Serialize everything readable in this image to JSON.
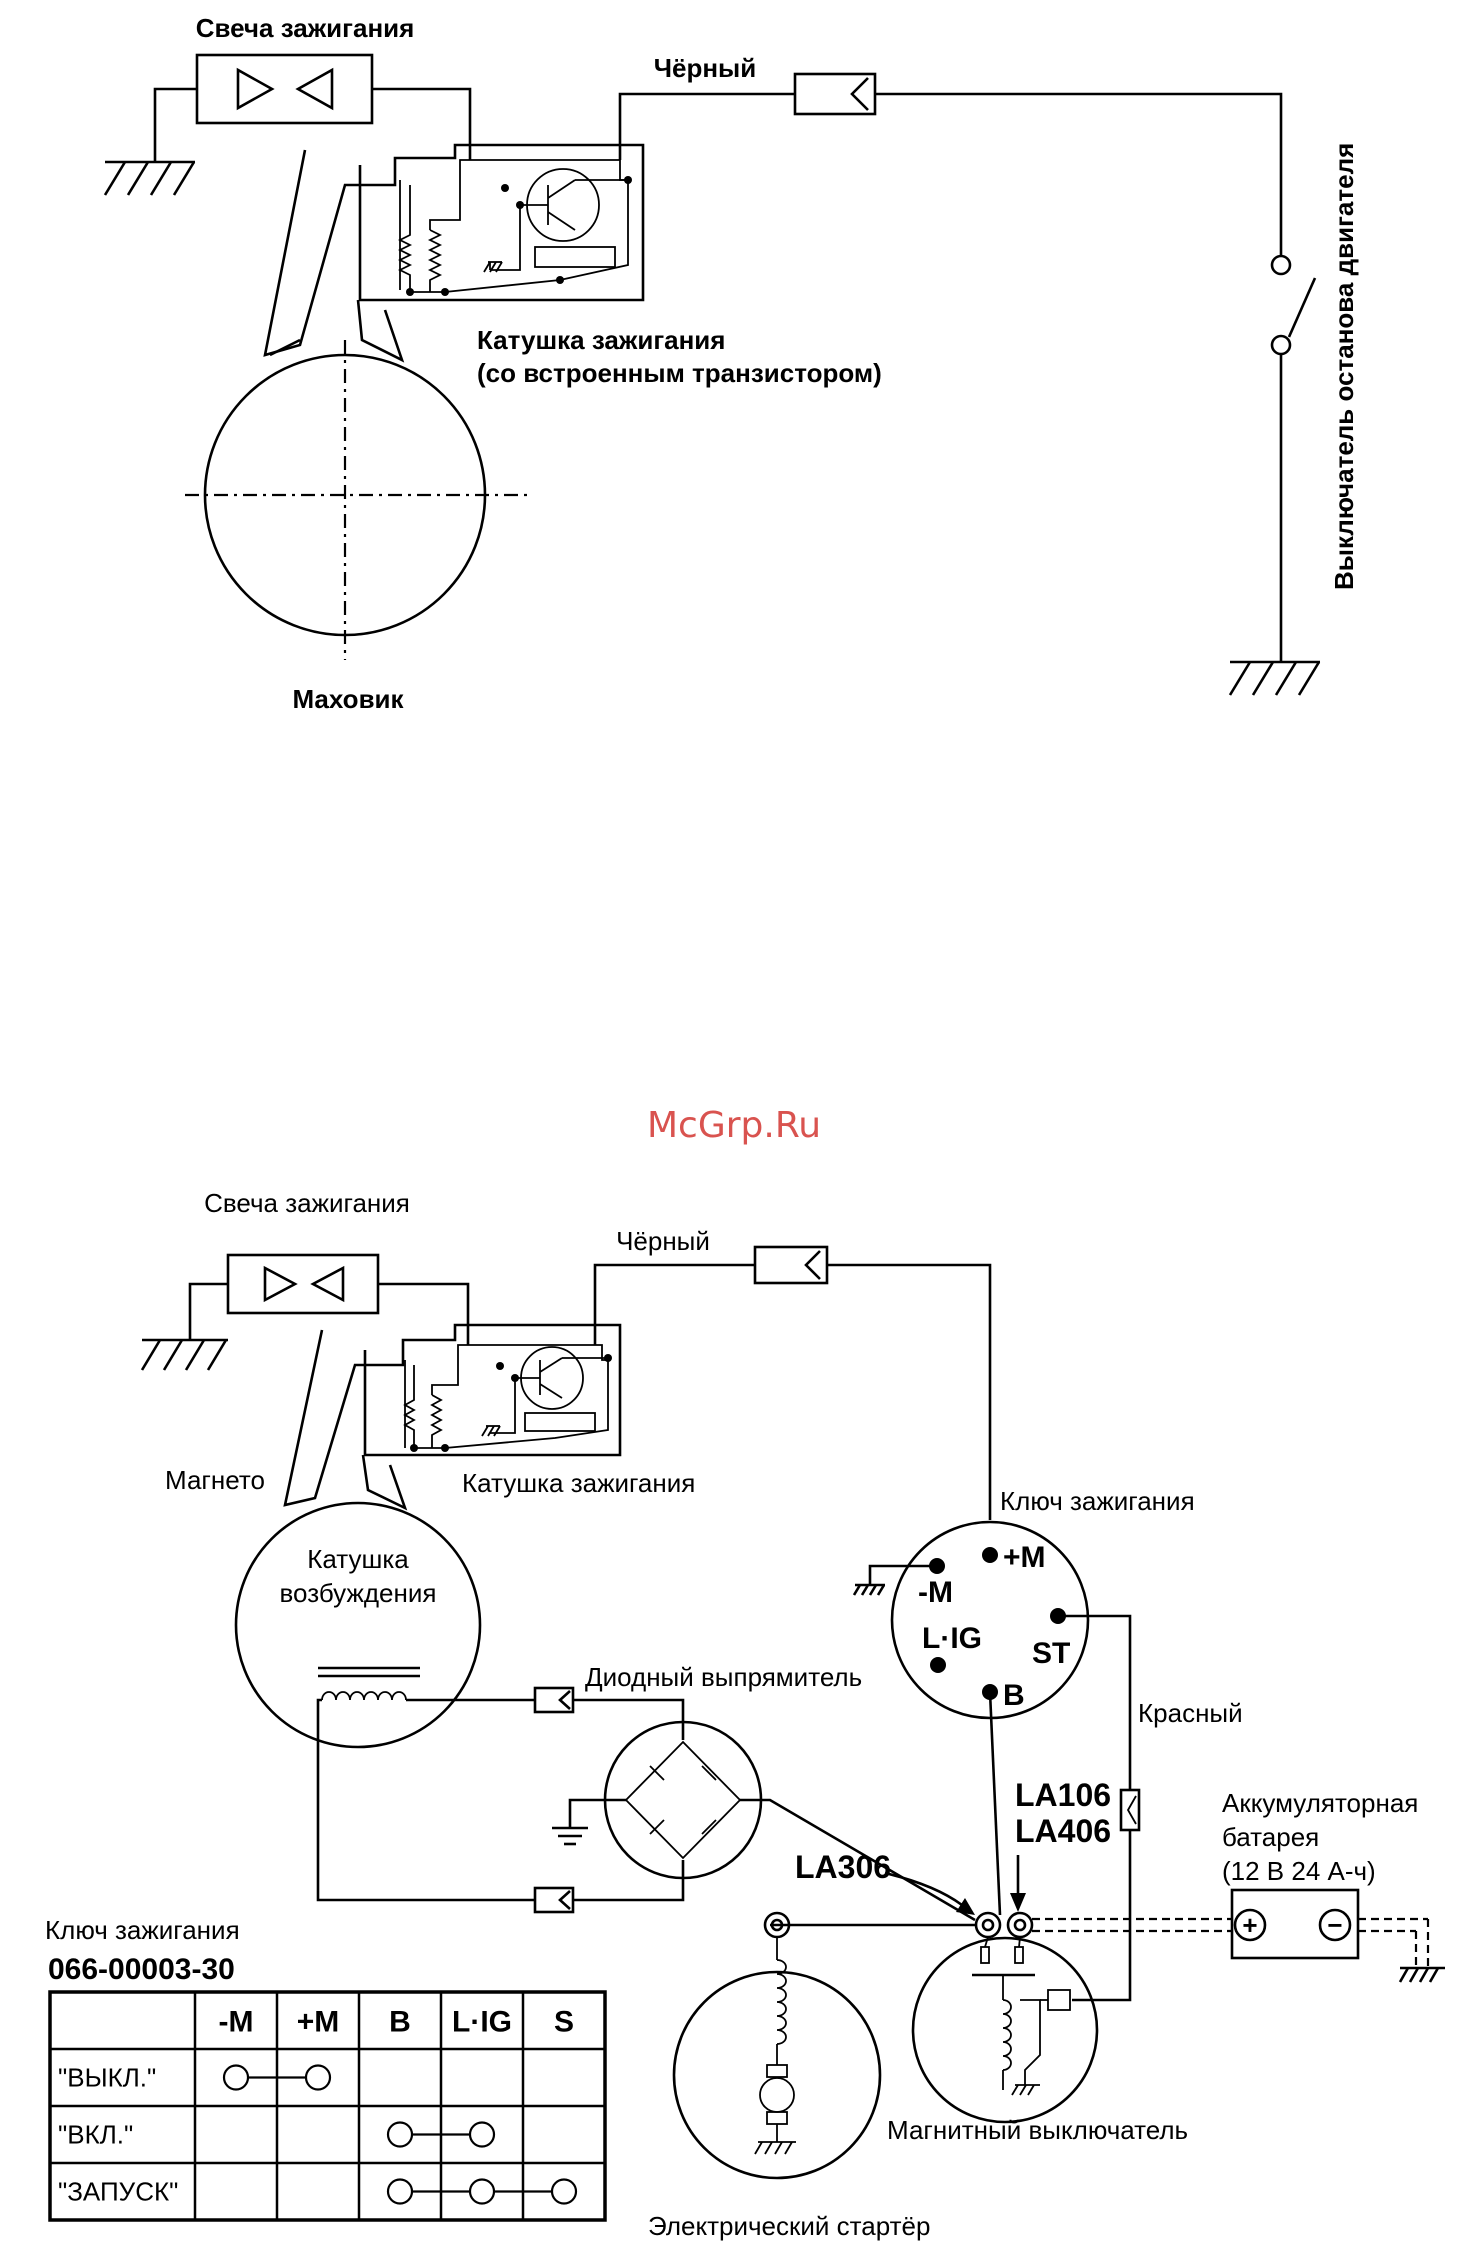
{
  "watermark": "McGrp.Ru",
  "diagram1": {
    "spark_plug": "Свеча зажигания",
    "black_wire": "Чёрный",
    "ignition_coil_line1": "Катушка зажигания",
    "ignition_coil_line2": "(со встроенным транзистором)",
    "flywheel": "Маховик",
    "stop_switch": "Выключатель останова двигателя"
  },
  "diagram2": {
    "spark_plug": "Свеча зажигания",
    "black_wire": "Чёрный",
    "magneto": "Магнето",
    "ignition_coil": "Катушка зажигания",
    "exciter_coil_line1": "Катушка",
    "exciter_coil_line2": "возбуждения",
    "ignition_key": "Ключ зажигания",
    "key_terminals": {
      "plus_m": "+M",
      "minus_m": "-M",
      "lig": "L·IG",
      "st": "ST",
      "b": "B"
    },
    "diode_rectifier": "Диодный выпрямитель",
    "red_wire": "Красный",
    "la106": "LA106",
    "la406": "LA406",
    "la306": "LA306",
    "battery_line1": "Аккумуляторная",
    "battery_line2": "батарея",
    "battery_line3": "(12 В 24 А-ч)",
    "plus_sign": "+",
    "minus_sign": "−",
    "starter": "Электрический стартёр",
    "magnetic_switch": "Магнитный выключатель"
  },
  "key_table": {
    "title": "Ключ зажигания",
    "part_number": "066-00003-30",
    "columns": [
      "-M",
      "+M",
      "B",
      "L·IG",
      "S"
    ],
    "rows": [
      {
        "label": "\"ВЫКЛ.\"",
        "connected": [
          0,
          1
        ]
      },
      {
        "label": "\"ВКЛ.\"",
        "connected": [
          2,
          3
        ]
      },
      {
        "label": "\"ЗАПУСК\"",
        "connected": [
          2,
          3,
          4
        ]
      }
    ]
  }
}
